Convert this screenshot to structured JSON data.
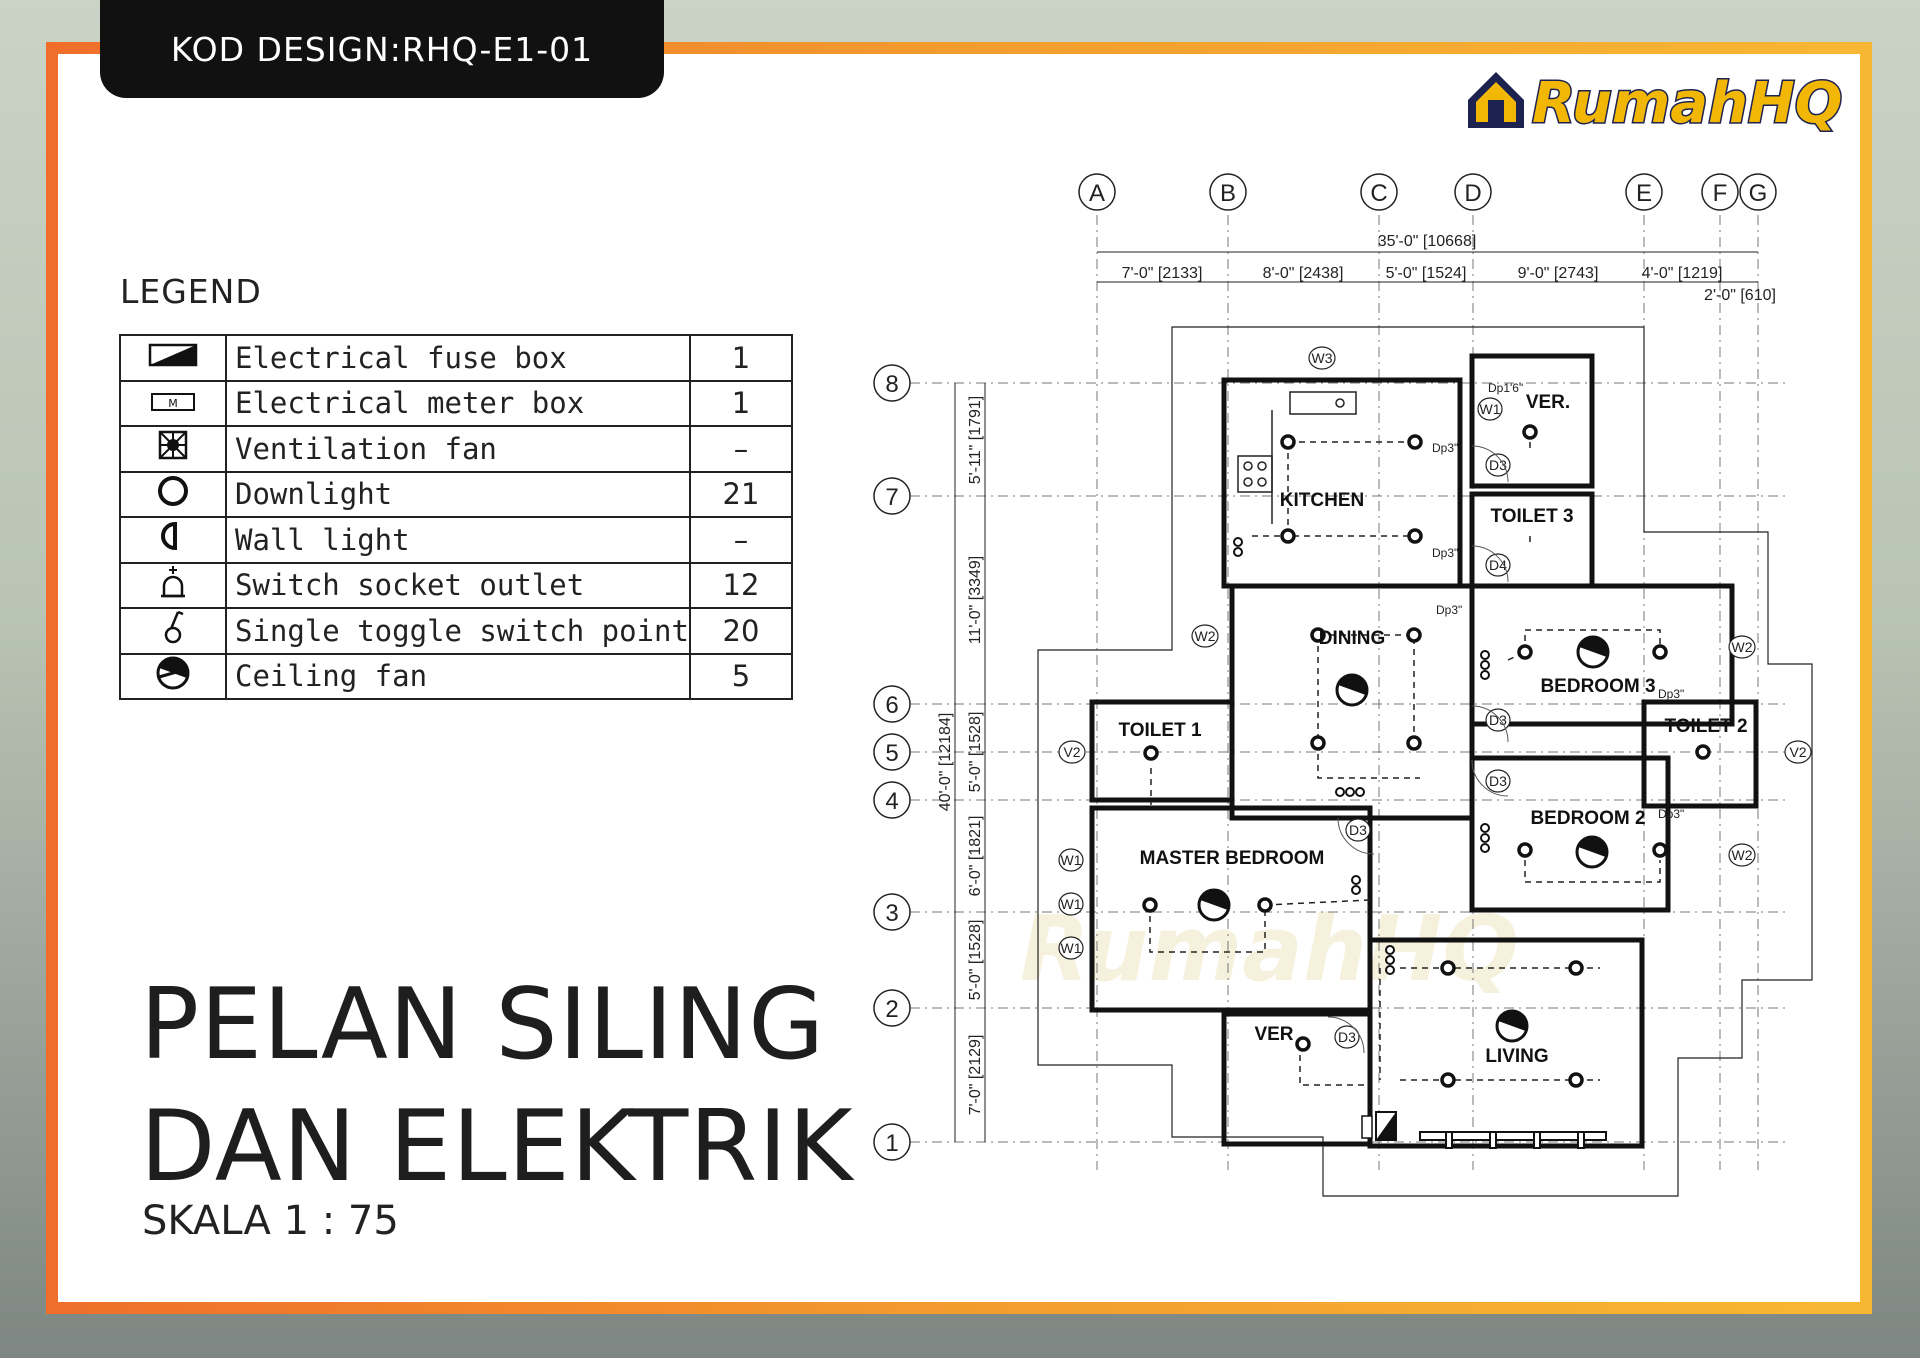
{
  "header": {
    "design_code": "KOD DESIGN:RHQ-E1-01"
  },
  "brand": {
    "logo_text": "RumahHQ",
    "logo_color": "#f2b705",
    "outline_color": "#1c2350"
  },
  "legend": {
    "title": "LEGEND",
    "items": [
      {
        "icon": "electrical-fuse-box-icon",
        "label": "Electrical  fuse  box",
        "qty": "1"
      },
      {
        "icon": "electrical-meter-box-icon",
        "label": "Electrical  meter  box",
        "qty": "1"
      },
      {
        "icon": "ventilation-fan-icon",
        "label": "Ventilation  fan",
        "qty": "–"
      },
      {
        "icon": "downlight-icon",
        "label": "Downlight",
        "qty": "21"
      },
      {
        "icon": "wall-light-icon",
        "label": "Wall  light",
        "qty": "–"
      },
      {
        "icon": "switch-socket-outlet-icon",
        "label": "Switch  socket  outlet",
        "qty": "12"
      },
      {
        "icon": "single-toggle-switch-icon",
        "label": "Single  toggle  switch  point",
        "qty": "20"
      },
      {
        "icon": "ceiling-fan-icon",
        "label": "Ceiling  fan",
        "qty": "5"
      }
    ],
    "meter_symbol_letter": "M"
  },
  "title": {
    "line1": "PELAN SILING",
    "line2": "DAN ELEKTRIK",
    "scale": "SKALA 1 : 75"
  },
  "plan": {
    "grid_columns": [
      "A",
      "B",
      "C",
      "D",
      "E",
      "F",
      "G"
    ],
    "grid_rows": [
      "8",
      "7",
      "6",
      "5",
      "4",
      "3",
      "2",
      "1"
    ],
    "overall_width": "35'-0\" [10668]",
    "overall_height": "40'-0\" [12184]",
    "top_dims": [
      "7'-0\" [2133]",
      "8'-0\" [2438]",
      "5'-0\" [1524]",
      "9'-0\" [2743]",
      "4'-0\" [1219]"
    ],
    "top_dim_extra": "2'-0\" [610]",
    "side_dims": [
      "5'-11\" [1791]",
      "11'-0\" [3349]",
      "5'-0\" [1528]",
      "6'-0\" [1821]",
      "5'-0\" [1528]",
      "7'-0\" [2129]"
    ],
    "rooms": {
      "kitchen": "KITCHEN",
      "ver_top": "VER.",
      "toilet3": "TOILET 3",
      "dining": "DINING",
      "bedroom3": "BEDROOM 3",
      "toilet1": "TOILET 1",
      "toilet2": "TOILET 2",
      "bedroom2": "BEDROOM 2",
      "master": "MASTER BEDROOM",
      "ver_bottom": "VER",
      "living": "LIVING"
    },
    "windows": [
      "W3",
      "W1",
      "W2",
      "W2",
      "W2",
      "W2",
      "V2",
      "V2",
      "W1",
      "W1",
      "W1"
    ],
    "doors": [
      "D3",
      "D4",
      "D3",
      "D3",
      "D3",
      "D3"
    ],
    "drops": [
      "Dp1'6\"",
      "Dp3\"",
      "Dp3\"",
      "Dp3\"",
      "Dp3\"",
      "Dp3\""
    ],
    "watermark": "RumahHQ"
  }
}
